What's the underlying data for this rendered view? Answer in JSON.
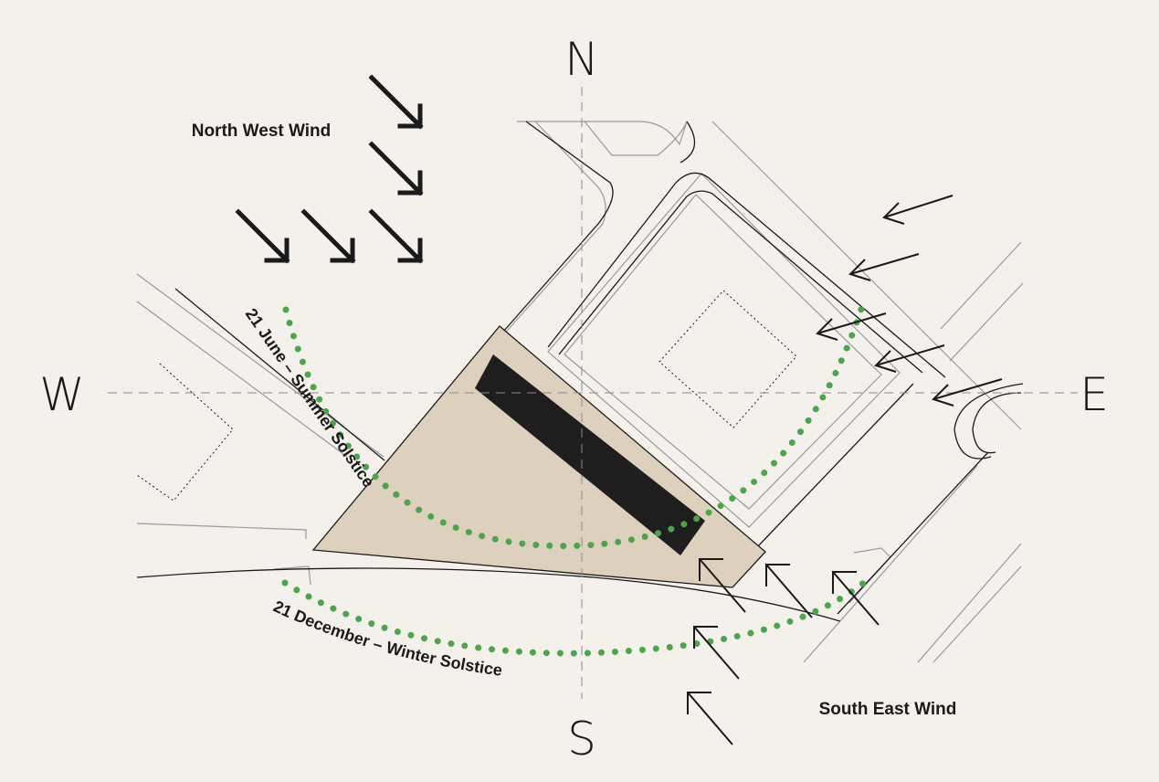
{
  "compass": {
    "north": "N",
    "south": "S",
    "east": "E",
    "west": "W"
  },
  "labels": {
    "nw_wind": "North West Wind",
    "se_wind": "South East Wind",
    "summer": "21 June – Summer Solstice",
    "winter": "21 December – Winter Solstice"
  },
  "colors": {
    "background": "#f4f1ed",
    "site": "#ddd0bd",
    "building": "#1e1e1e",
    "sun_path": "#4aa64a",
    "lines": "#1a1a1a",
    "context_lines": "#9a9a9a"
  }
}
